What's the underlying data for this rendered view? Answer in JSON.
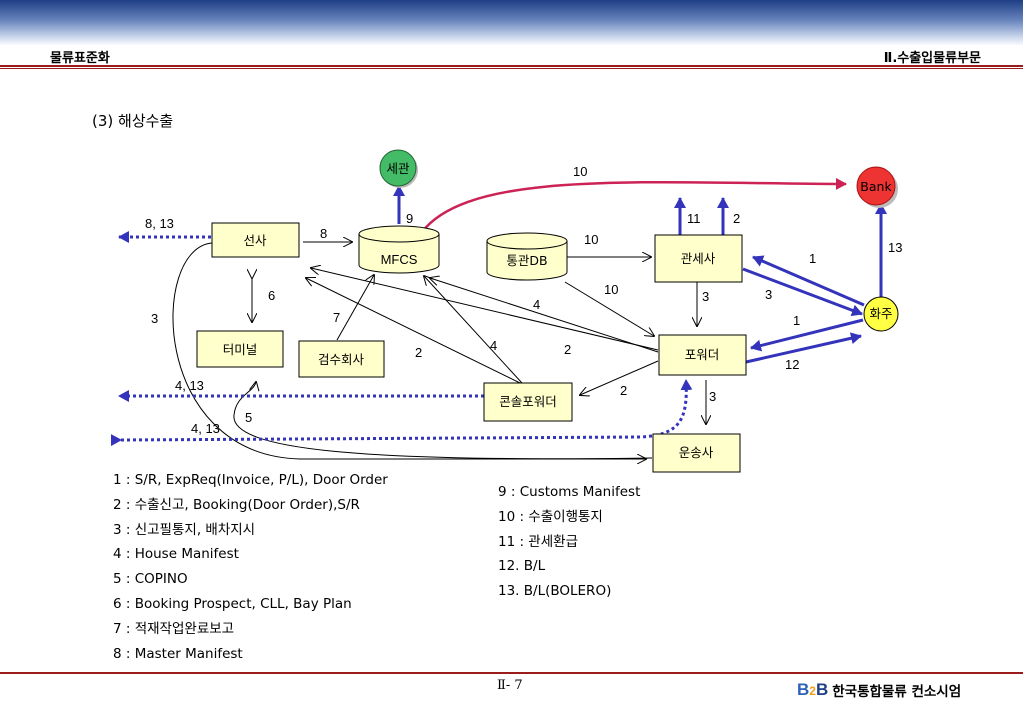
{
  "header": {
    "left": "물류표준화",
    "right": "Ⅱ.수출입물류부문"
  },
  "section_title": "(3) 해상수출",
  "nodes": {
    "customs": "세관",
    "bank": "Bank",
    "shipping_line": "선사",
    "mfcs": "MFCS",
    "customs_db": "통관DB",
    "customs_broker": "관세사",
    "shipper": "화주",
    "terminal": "터미널",
    "tally_company": "검수회사",
    "forwarder": "포워더",
    "consol_forwarder": "콘솔포워더",
    "carrier": "운송사"
  },
  "edge_labels": {
    "l_8_13": "8, 13",
    "l_8": "8",
    "l_9": "9",
    "l_10_top": "10",
    "l_11": "11",
    "l_2_top": "2",
    "l_13": "13",
    "l_10_db": "10",
    "l_1_top": "1",
    "l_6": "6",
    "l_3_left": "3",
    "l_10_fwd": "10",
    "l_3_mid": "3",
    "l_3_right": "3",
    "l_4_a": "4",
    "l_1_mid": "1",
    "l_7": "7",
    "l_2_left": "2",
    "l_4_b": "4",
    "l_2_mid": "2",
    "l_12": "12",
    "l_4_13_a": "4, 13",
    "l_2_low": "2",
    "l_3_low": "3",
    "l_5": "5",
    "l_4_13_b": "4, 13"
  },
  "legend_left": [
    "1 : S/R, ExpReq(Invoice, P/L), Door Order",
    "2 : 수출신고, Booking(Door Order),S/R",
    "3 : 신고필통지, 배차지시",
    "4 : House Manifest",
    "5 : COPINO",
    "6 : Booking Prospect, CLL, Bay Plan",
    "7 : 적재작업완료보고",
    "8 : Master Manifest"
  ],
  "legend_right": [
    "9 : Customs Manifest",
    "10 : 수출이행통지",
    "11 : 관세환급",
    "12. B/L",
    "13. B/L(BOLERO)"
  ],
  "footer": {
    "page": "Ⅱ- 7",
    "logo_b1": "B",
    "logo_2": "2",
    "logo_b2": "B",
    "company": "한국통합물류 컨소시엄"
  },
  "colors": {
    "header_band": "#1f3f86",
    "rule": "#9b1c1c",
    "blue_arrow": "#3333bb",
    "red_arrow": "#cc2255",
    "node_fill": "#ffffcc",
    "customs_fill": "#44bb66",
    "bank_fill": "#ee3333",
    "shipper_fill": "#ffff44"
  }
}
